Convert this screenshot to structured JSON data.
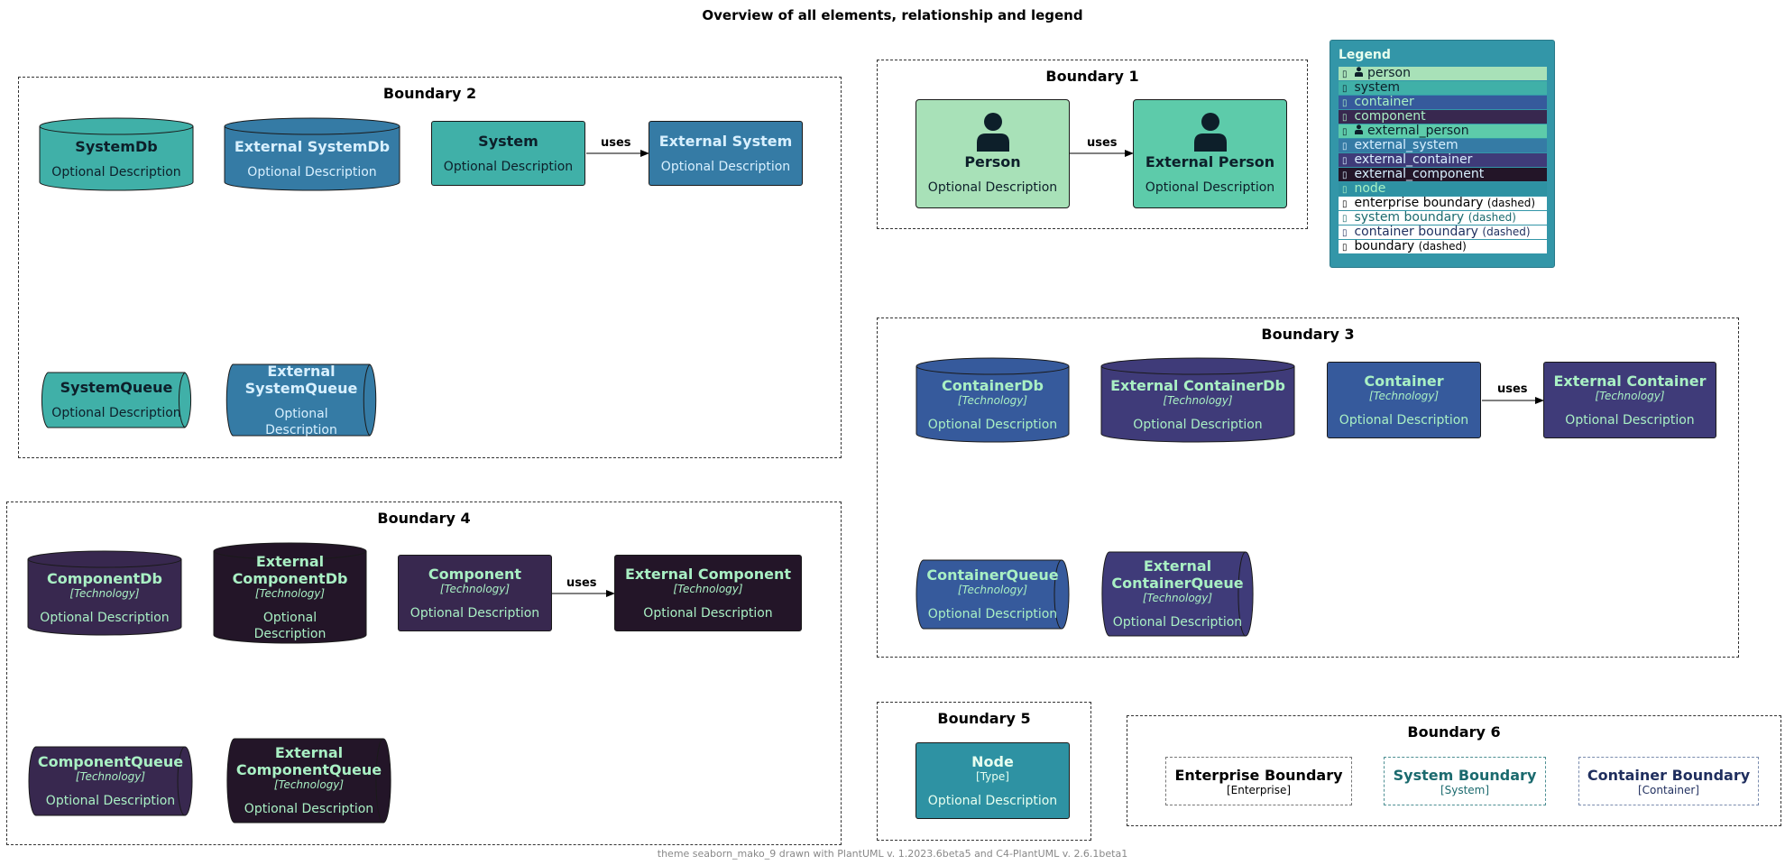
{
  "title": "Overview of all elements, relationship and legend",
  "footer": "theme seaborn_mako_9 drawn with PlantUML v. 1.2023.6beta5 and C4-PlantUML v. 2.6.1beta1",
  "colors": {
    "system": "#40b0a8",
    "external_system": "#357ba5",
    "container": "#365a9c",
    "external_container": "#3f3b79",
    "component": "#38284f",
    "external_component": "#231528",
    "person": "#a8e1b8",
    "external_person": "#5dcbaa",
    "node": "#2e92a3",
    "legend_bg": "#3396a8"
  },
  "boundaries": {
    "b1": "Boundary 1",
    "b2": "Boundary 2",
    "b3": "Boundary 3",
    "b4": "Boundary 4",
    "b5": "Boundary 5",
    "b6": "Boundary 6"
  },
  "relationship_label": "uses",
  "elements": {
    "system_db": {
      "name": "SystemDb",
      "desc": "Optional Description"
    },
    "ext_system_db": {
      "name": "External SystemDb",
      "desc": "Optional Description"
    },
    "system": {
      "name": "System",
      "desc": "Optional Description"
    },
    "ext_system": {
      "name": "External System",
      "desc": "Optional Description"
    },
    "system_queue": {
      "name": "SystemQueue",
      "desc": "Optional Description"
    },
    "ext_system_queue": {
      "name": "External SystemQueue",
      "desc": "Optional Description"
    },
    "person": {
      "name": "Person",
      "desc": "Optional Description"
    },
    "ext_person": {
      "name": "External Person",
      "desc": "Optional Description"
    },
    "container_db": {
      "name": "ContainerDb",
      "tech": "[Technology]",
      "desc": "Optional Description"
    },
    "ext_container_db": {
      "name": "External ContainerDb",
      "tech": "[Technology]",
      "desc": "Optional Description"
    },
    "container": {
      "name": "Container",
      "tech": "[Technology]",
      "desc": "Optional Description"
    },
    "ext_container": {
      "name": "External Container",
      "tech": "[Technology]",
      "desc": "Optional Description"
    },
    "container_queue": {
      "name": "ContainerQueue",
      "tech": "[Technology]",
      "desc": "Optional Description"
    },
    "ext_container_queue": {
      "name": "External ContainerQueue",
      "tech": "[Technology]",
      "desc": "Optional Description"
    },
    "component_db": {
      "name": "ComponentDb",
      "tech": "[Technology]",
      "desc": "Optional Description"
    },
    "ext_component_db": {
      "name": "External ComponentDb",
      "tech": "[Technology]",
      "desc": "Optional Description"
    },
    "component": {
      "name": "Component",
      "tech": "[Technology]",
      "desc": "Optional Description"
    },
    "ext_component": {
      "name": "External Component",
      "tech": "[Technology]",
      "desc": "Optional Description"
    },
    "component_queue": {
      "name": "ComponentQueue",
      "tech": "[Technology]",
      "desc": "Optional Description"
    },
    "ext_component_queue": {
      "name": "External ComponentQueue",
      "tech": "[Technology]",
      "desc": "Optional Description"
    },
    "node": {
      "name": "Node",
      "tech": "[Type]",
      "desc": "Optional Description"
    },
    "enterprise_boundary": {
      "name": "Enterprise Boundary",
      "tech": "[Enterprise]"
    },
    "system_boundary": {
      "name": "System Boundary",
      "tech": "[System]"
    },
    "container_boundary": {
      "name": "Container Boundary",
      "tech": "[Container]"
    }
  },
  "legend": {
    "title": "Legend",
    "glyph": "▯",
    "items": [
      {
        "label": "person",
        "suffix": "",
        "person_icon": true
      },
      {
        "label": "system",
        "suffix": ""
      },
      {
        "label": "container",
        "suffix": ""
      },
      {
        "label": "component",
        "suffix": ""
      },
      {
        "label": "external_person",
        "suffix": "",
        "person_icon": true
      },
      {
        "label": "external_system",
        "suffix": ""
      },
      {
        "label": "external_container",
        "suffix": ""
      },
      {
        "label": "external_component",
        "suffix": ""
      },
      {
        "label": "node",
        "suffix": ""
      },
      {
        "label": "enterprise boundary",
        "suffix": "(dashed)"
      },
      {
        "label": "system boundary",
        "suffix": "(dashed)"
      },
      {
        "label": "container boundary",
        "suffix": "(dashed)"
      },
      {
        "label": "boundary",
        "suffix": "(dashed)"
      }
    ]
  }
}
